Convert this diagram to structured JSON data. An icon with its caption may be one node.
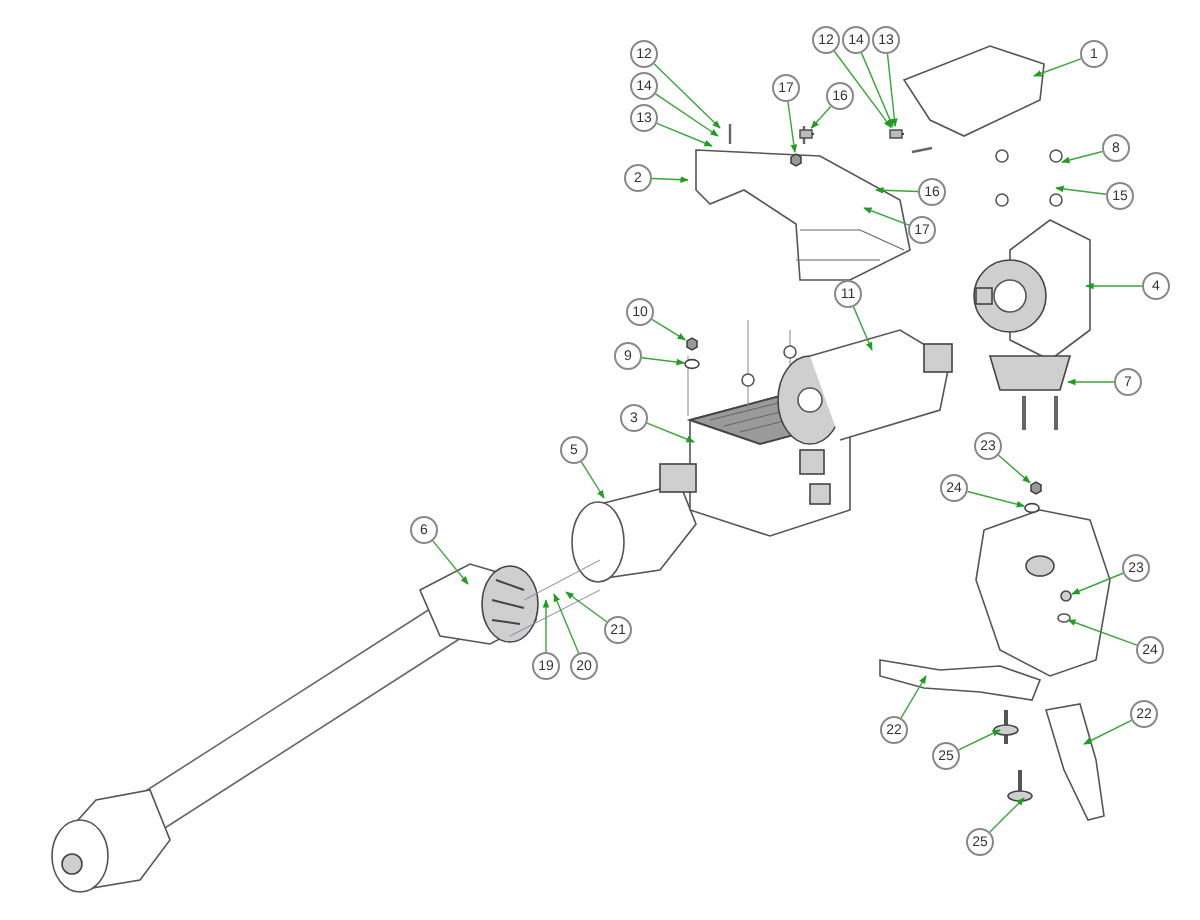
{
  "diagram": {
    "nodes": [
      {
        "text": [
          "12"
        ]
      },
      {
        "text": [
          "14"
        ]
      },
      {
        "text": [
          "13"
        ]
      },
      {
        "text": [
          "12"
        ]
      },
      {
        "text": [
          "1"
        ]
      },
      {
        "text": [
          "14"
        ]
      },
      {
        "text": [
          "17"
        ]
      },
      {
        "text": [
          "16"
        ]
      },
      {
        "text": [
          "13"
        ]
      },
      {
        "text": [
          "8"
        ]
      },
      {
        "text": [
          "2"
        ]
      },
      {
        "text": [
          "15"
        ]
      },
      {
        "text": [
          "16"
        ]
      },
      {
        "text": [
          "17"
        ]
      },
      {
        "text": [
          "4"
        ]
      },
      {
        "text": [
          "11"
        ]
      },
      {
        "text": [
          "10"
        ]
      },
      {
        "text": [
          "9"
        ]
      },
      {
        "text": [
          "7"
        ]
      },
      {
        "text": [
          "3"
        ]
      },
      {
        "text": [
          "5"
        ]
      },
      {
        "text": [
          "23"
        ]
      },
      {
        "text": [
          "24"
        ]
      },
      {
        "text": [
          "6"
        ]
      },
      {
        "text": [
          "23"
        ]
      },
      {
        "text": [
          "21"
        ]
      },
      {
        "text": [
          "24"
        ]
      },
      {
        "text": [
          "19"
        ]
      },
      {
        "text": [
          "20"
        ]
      },
      {
        "text": [
          "22"
        ]
      },
      {
        "text": [
          "22"
        ]
      },
      {
        "text": [
          "25"
        ]
      },
      {
        "text": [
          "25"
        ]
      },
      {
        "text": [],
        "shape": "bolt"
      },
      {
        "text": [],
        "shape": "bolt"
      },
      {
        "text": [],
        "shape": "washer"
      },
      {
        "text": [],
        "shape": "washer"
      },
      {
        "text": [],
        "shape": "nut"
      },
      {
        "text": [],
        "shape": "nut"
      },
      {
        "text": [],
        "shape": "nut"
      }
    ],
    "edges": [
      {
        "from": 0,
        "to": 34,
        "arrow": "to"
      },
      {
        "from": 1,
        "to": 34,
        "arrow": "to"
      },
      {
        "from": 2,
        "to": 34,
        "arrow": "to"
      },
      {
        "from": 3,
        "to": null,
        "arrow": "to"
      },
      {
        "from": 4,
        "to": null,
        "arrow": "to"
      },
      {
        "from": 5,
        "to": null,
        "arrow": "to"
      },
      {
        "from": 6,
        "to": 38,
        "arrow": "to"
      },
      {
        "from": 7,
        "to": 33,
        "arrow": "to"
      },
      {
        "from": 8,
        "to": null,
        "arrow": "to"
      },
      {
        "from": 9,
        "to": null,
        "arrow": "to"
      },
      {
        "from": 10,
        "to": null,
        "arrow": "to"
      },
      {
        "from": 11,
        "to": null,
        "arrow": "to"
      },
      {
        "from": 12,
        "to": null,
        "arrow": "to"
      },
      {
        "from": 13,
        "to": null,
        "arrow": "to"
      },
      {
        "from": 14,
        "to": null,
        "arrow": "to"
      },
      {
        "from": 15,
        "to": null,
        "arrow": "to"
      },
      {
        "from": 16,
        "to": 37,
        "arrow": "to"
      },
      {
        "from": 17,
        "to": 35,
        "arrow": "to"
      },
      {
        "from": 18,
        "to": null,
        "arrow": "to"
      },
      {
        "from": 19,
        "to": null,
        "arrow": "to"
      },
      {
        "from": 20,
        "to": null,
        "arrow": "to"
      },
      {
        "from": 21,
        "to": 39,
        "arrow": "to"
      },
      {
        "from": 22,
        "to": 36,
        "arrow": "to"
      },
      {
        "from": 23,
        "to": null,
        "arrow": "to"
      },
      {
        "from": 24,
        "to": null,
        "arrow": "to"
      },
      {
        "from": 25,
        "to": null,
        "arrow": "to"
      },
      {
        "from": 26,
        "to": null,
        "arrow": "to"
      },
      {
        "from": 27,
        "to": null,
        "arrow": "to"
      },
      {
        "from": 28,
        "to": null,
        "arrow": "to"
      },
      {
        "from": 29,
        "to": null,
        "arrow": "to"
      },
      {
        "from": 30,
        "to": null,
        "arrow": "to"
      },
      {
        "from": 31,
        "to": null,
        "arrow": "to"
      },
      {
        "from": 32,
        "to": null,
        "arrow": "to"
      }
    ]
  }
}
